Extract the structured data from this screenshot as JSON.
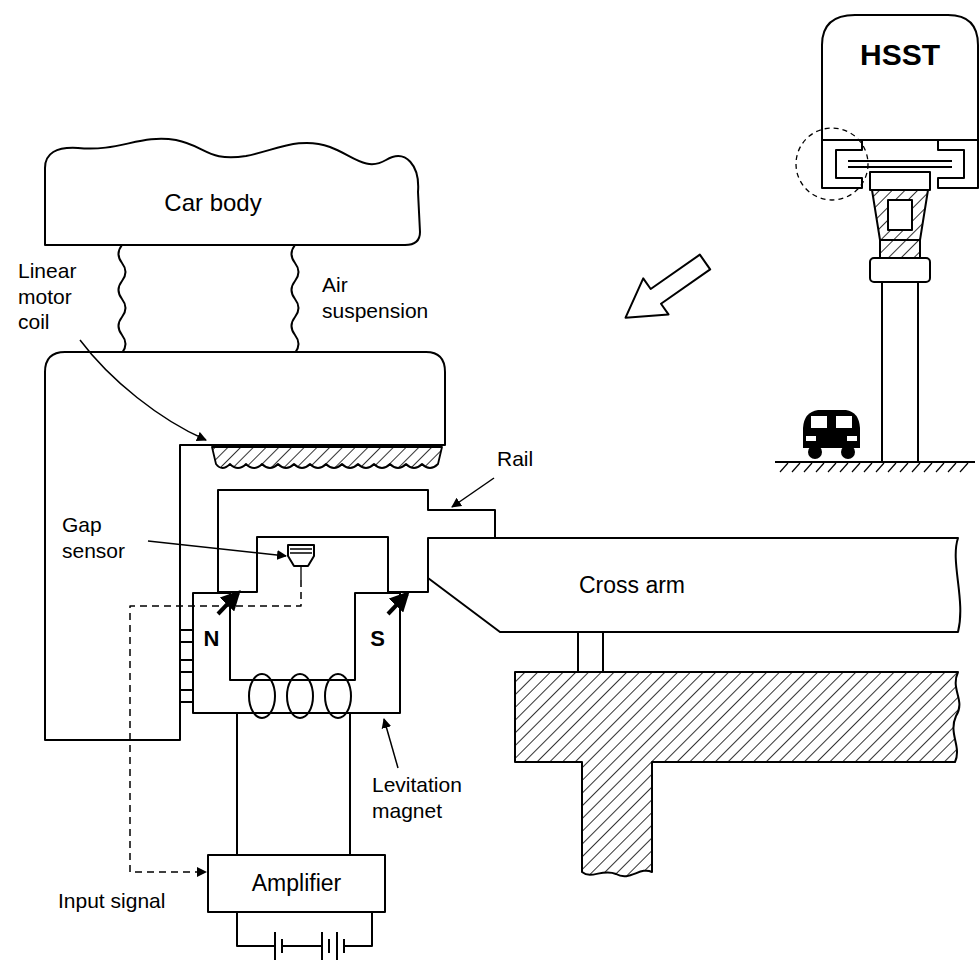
{
  "diagram": {
    "nodes": [
      {
        "text": [
          "Car body"
        ]
      },
      {
        "text": [
          "HSST"
        ]
      },
      {
        "text": [
          "Cross arm"
        ]
      },
      {
        "text": [
          "Amplifier"
        ]
      }
    ],
    "labels": [
      "Linear motor coil",
      "Air suspension",
      "Rail",
      "Gap sensor",
      "N",
      "S",
      "Levitation magnet",
      "Input signal"
    ]
  }
}
